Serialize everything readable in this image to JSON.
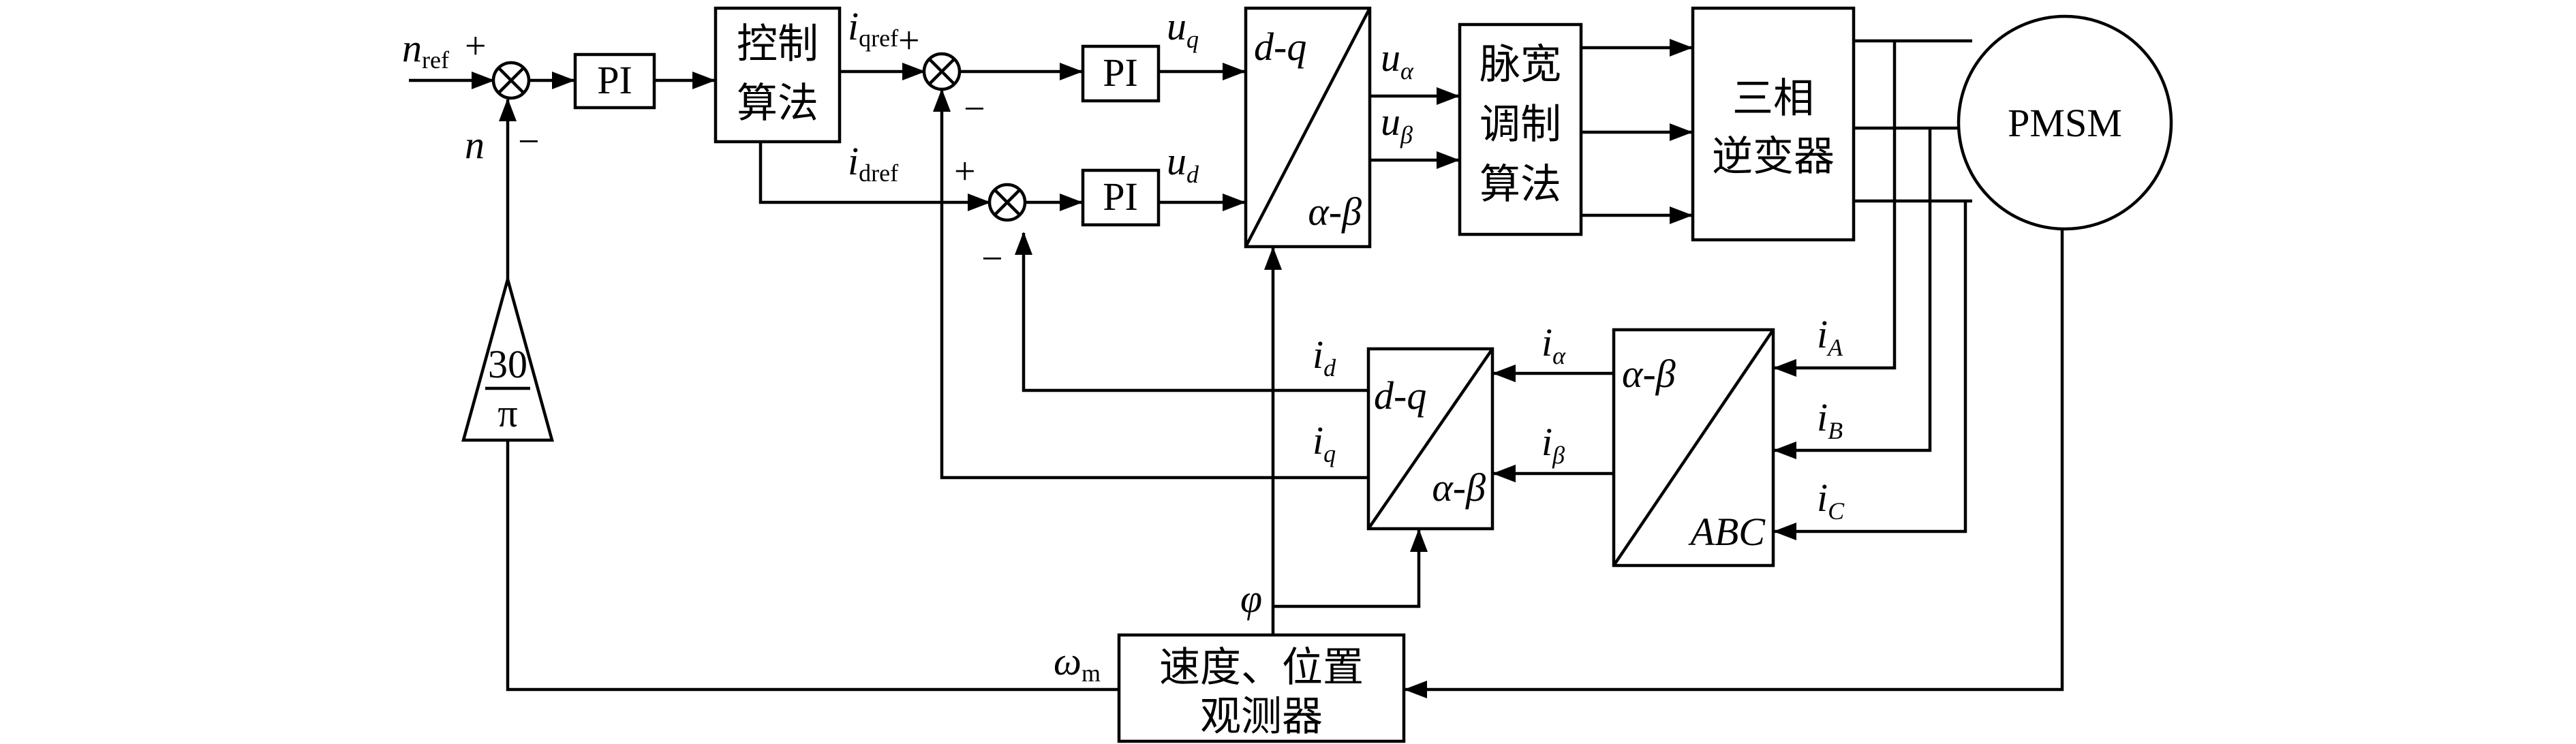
{
  "blocks": {
    "pi_speed": "PI",
    "control_algo_line1": "控制",
    "control_algo_line2": "算法",
    "pi_q": "PI",
    "pi_d": "PI",
    "park_inv_top": "d-q",
    "park_inv_bottom": "α-β",
    "pwm_line1": "脉宽",
    "pwm_line2": "调制",
    "pwm_line3": "算法",
    "inverter_line1": "三相",
    "inverter_line2": "逆变器",
    "motor": "PMSM",
    "park_top": "d-q",
    "park_bottom": "α-β",
    "clarke_top": "α-β",
    "clarke_bottom": "ABC",
    "observer_line1": "速度、位置",
    "observer_line2": "观测器",
    "gain_num": "30",
    "gain_den": "π"
  },
  "signals": {
    "n_ref_main": "n",
    "n_ref_sub": "ref",
    "n_feedback": "n",
    "iq_ref_main": "i",
    "iq_ref_sub": "qref",
    "id_ref_main": "i",
    "id_ref_sub": "dref",
    "uq_main": "u",
    "uq_sub": "q",
    "ud_main": "u",
    "ud_sub": "d",
    "ualpha_main": "u",
    "ualpha_sub": "α",
    "ubeta_main": "u",
    "ubeta_sub": "β",
    "id_main": "i",
    "id_sub": "d",
    "iq_main": "i",
    "iq_sub": "q",
    "ialpha_main": "i",
    "ialpha_sub": "α",
    "ibeta_main": "i",
    "ibeta_sub": "β",
    "iA_main": "i",
    "iA_sub": "A",
    "iB_main": "i",
    "iB_sub": "B",
    "iC_main": "i",
    "iC_sub": "C",
    "phi": "φ",
    "omega_main": "ω",
    "omega_sub": "m"
  },
  "signs": {
    "sum1_plus": "+",
    "sum1_minus": "−",
    "sum2_plus": "+",
    "sum2_minus": "−",
    "sum3_plus": "+",
    "sum3_minus": "−"
  }
}
